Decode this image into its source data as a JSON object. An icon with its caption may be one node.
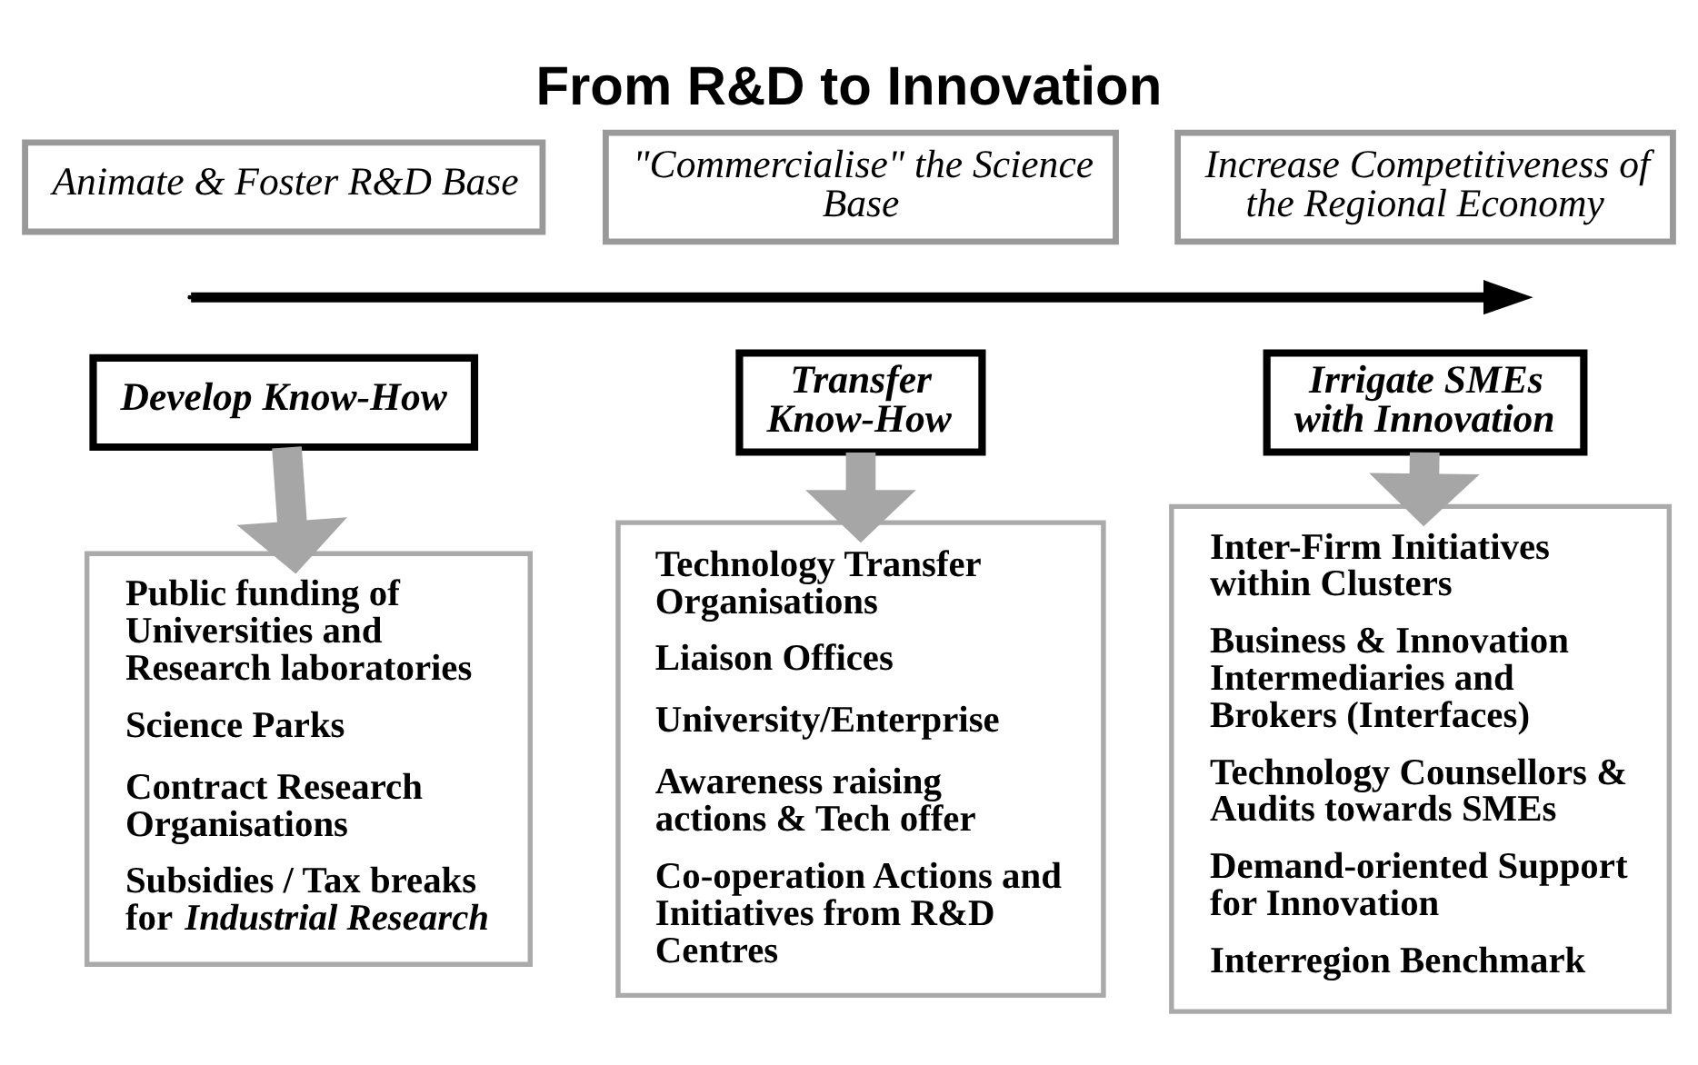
{
  "diagram": {
    "title": "From R&D to Innovation",
    "nodes": [
      {
        "text": [
          "Animate & Foster R&D Base"
        ]
      },
      {
        "text": [
          "\"Commercialise\" the Science Base"
        ]
      },
      {
        "text": [
          "Increase Competitiveness of the Regional Economy"
        ]
      },
      {
        "text": [
          "Develop Know-How"
        ]
      },
      {
        "text": [
          "Transfer Know-How"
        ]
      },
      {
        "text": [
          "Irrigate SMEs with Innovation"
        ]
      },
      {
        "text": [
          "Public funding of Universities and Research laboratories",
          "Science Parks",
          "Contract Research Organisations",
          "Subsidies / Tax breaks for *Industrial Research*"
        ]
      },
      {
        "text": [
          "Technology Transfer Organisations",
          "Liaison Offices",
          "University/Enterprise",
          "Awareness raising actions & Tech offer",
          "Co-operation Actions and Initiatives from R&D Centres"
        ]
      },
      {
        "text": [
          "Inter-Firm Initiatives within Clusters",
          "Business & Innovation Intermediaries and Brokers (Interfaces)",
          "Technology Counsellors & Audits towards SMEs",
          "Demand-oriented Support for Innovation",
          "Interregion Benchmark"
        ]
      }
    ],
    "edges": [
      {
        "from": 3,
        "to": 6,
        "arrow": "to"
      },
      {
        "from": 4,
        "to": 7,
        "arrow": "to"
      },
      {
        "from": 5,
        "to": 8,
        "arrow": "to"
      }
    ]
  }
}
